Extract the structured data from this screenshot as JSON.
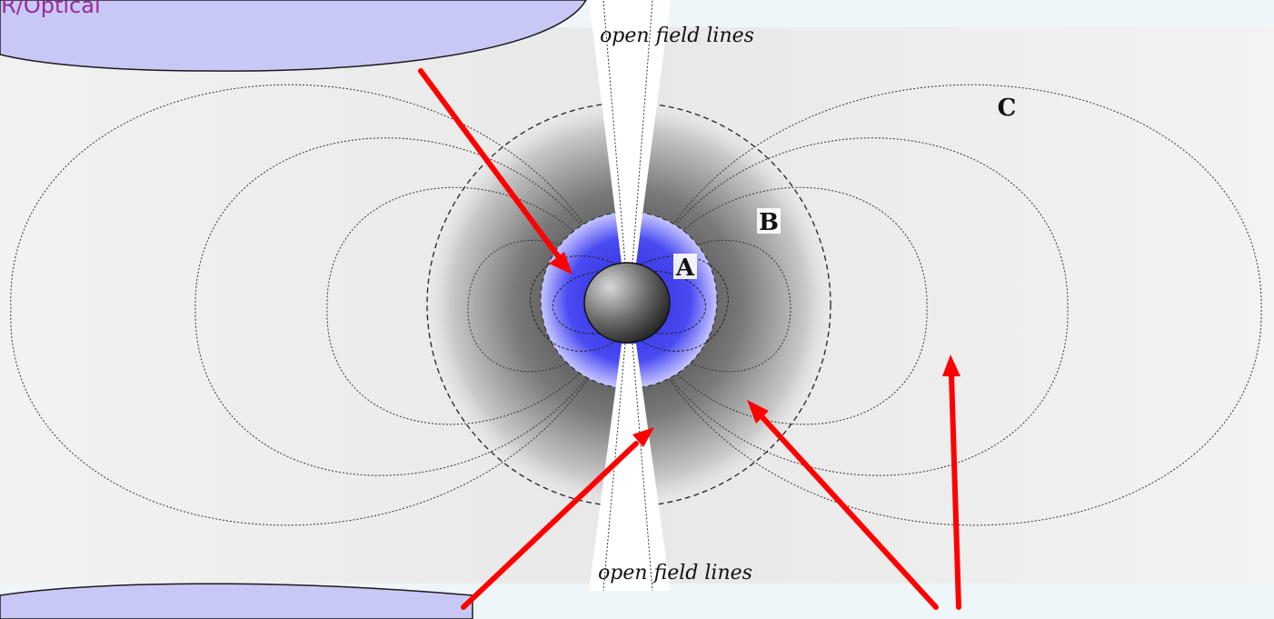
{
  "bubble_top": {
    "text": "IR/Optical"
  },
  "labels": {
    "open_field_top": "open field lines",
    "open_field_bottom": "open field lines"
  },
  "regions": {
    "a": "A",
    "b": "B",
    "c": "C"
  },
  "colors": {
    "background": "#eef6fa",
    "panel": "#ececec",
    "bubble_fill": "#c8c8f6",
    "arrow": "#ff0000",
    "inner_glow": "#4a4af2",
    "bubble_text": "#9a2a9a"
  }
}
